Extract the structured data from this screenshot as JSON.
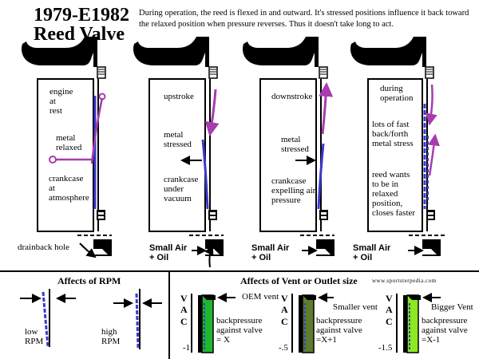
{
  "header": {
    "title_line1": "1979-E1982",
    "title_line2": "Reed Valve",
    "description": "During operation, the reed is flexed in and outward. It's stressed positions influence it back toward the relaxed position when pressure reverses. Thus it doesn't take long to act."
  },
  "panels": [
    {
      "state": "engine\nat\nrest",
      "reed": "metal\nrelaxed",
      "crankcase": "crankcase\nat\natmosphere"
    },
    {
      "state": "upstroke",
      "reed": "metal\nstressed",
      "crankcase": "crankcase\nunder\nvacuum"
    },
    {
      "state": "downstroke",
      "reed": "metal\nstressed",
      "crankcase": "crankcase\nexpelling air\npressure"
    },
    {
      "state": "during\noperation",
      "reed": "lots of fast\nback/forth\nmetal stress",
      "crankcase": "reed wants\nto be in\nrelaxed\nposition,\ncloses faster"
    }
  ],
  "bottom_labels": {
    "drainback": "drainback hole",
    "small_air_oil": "Small Air\n+ Oil"
  },
  "rpm_section": {
    "title": "Affects of RPM",
    "low": "low\nRPM",
    "high": "high\nRPM"
  },
  "vent_section": {
    "title": "Affects of Vent or Outlet size",
    "website": "www.sportsterpedia.com",
    "vac_label": "V\nA\nC",
    "columns": [
      {
        "vent": "OEM vent",
        "backpressure": "backpressure\nagainst valve\n= X",
        "value": "-1",
        "fill": "#1fb82e"
      },
      {
        "vent": "Smaller vent",
        "backpressure": "backpressure\nagainst valve\n=X+1",
        "value": "-.5",
        "fill": "#5c7d2e"
      },
      {
        "vent": "Bigger Vent",
        "backpressure": "backpressure\nagainst valve\n=X-1",
        "value": "-1.5",
        "fill": "#8ce820"
      }
    ]
  },
  "colors": {
    "arrow": "#a63cae",
    "reed": "#3a3ac8",
    "black": "#000000"
  }
}
